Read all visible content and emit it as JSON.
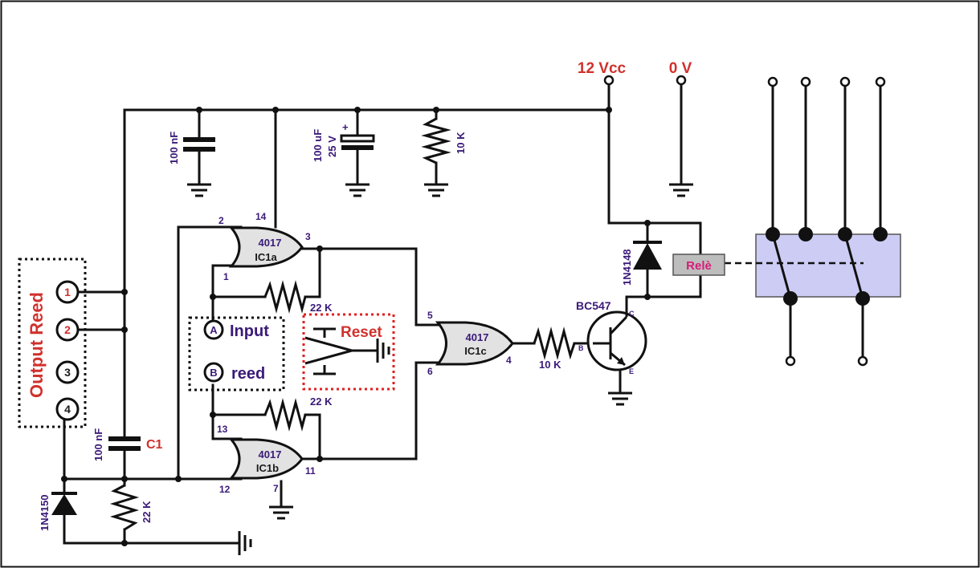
{
  "power": {
    "vcc": "12 Vcc",
    "gnd": "0 V"
  },
  "caps": {
    "c_top": "100 nF",
    "c_elec_value": "100 uF",
    "c_elec_voltage": "25 V",
    "c_elec_plus": "+",
    "c1_value": "100 nF",
    "c1_name": "C1"
  },
  "resistors": {
    "r_top": "10 K",
    "r_upper": "22 K",
    "r_lower": "22 K",
    "r_base": "10 K",
    "r_bottom": "22 K"
  },
  "diodes": {
    "d_relay": "1N4148",
    "d_input": "1N4150"
  },
  "transistor": {
    "name": "BC547",
    "pin_c": "C",
    "pin_b": "B",
    "pin_e": "E"
  },
  "gates": {
    "ic1a": {
      "part": "4017",
      "name": "IC1a",
      "pin_in1": "2",
      "pin_vcc": "14",
      "pin_in2": "1",
      "pin_out": "3"
    },
    "ic1b": {
      "part": "4017",
      "name": "IC1b",
      "pin_in1": "13",
      "pin_in2": "12",
      "pin_gnd": "7",
      "pin_out": "11"
    },
    "ic1c": {
      "part": "4017",
      "name": "IC1c",
      "pin_in1": "5",
      "pin_in2": "6",
      "pin_out": "4"
    }
  },
  "connector": {
    "title": "Output Reed",
    "pins": [
      "1",
      "2",
      "3",
      "4"
    ]
  },
  "inputs": {
    "a_letter": "A",
    "a_label": "Input",
    "b_letter": "B",
    "b_label": "reed"
  },
  "reset": {
    "label": "Reset"
  },
  "relay": {
    "label": "Relè"
  },
  "colors": {
    "wire": "#111111",
    "label_red": "#d0312d",
    "label_purple": "#3a1a78",
    "gate_fill": "#e2e2e2",
    "relay_box": "#ccccf5",
    "reset_box": "#e02020"
  }
}
